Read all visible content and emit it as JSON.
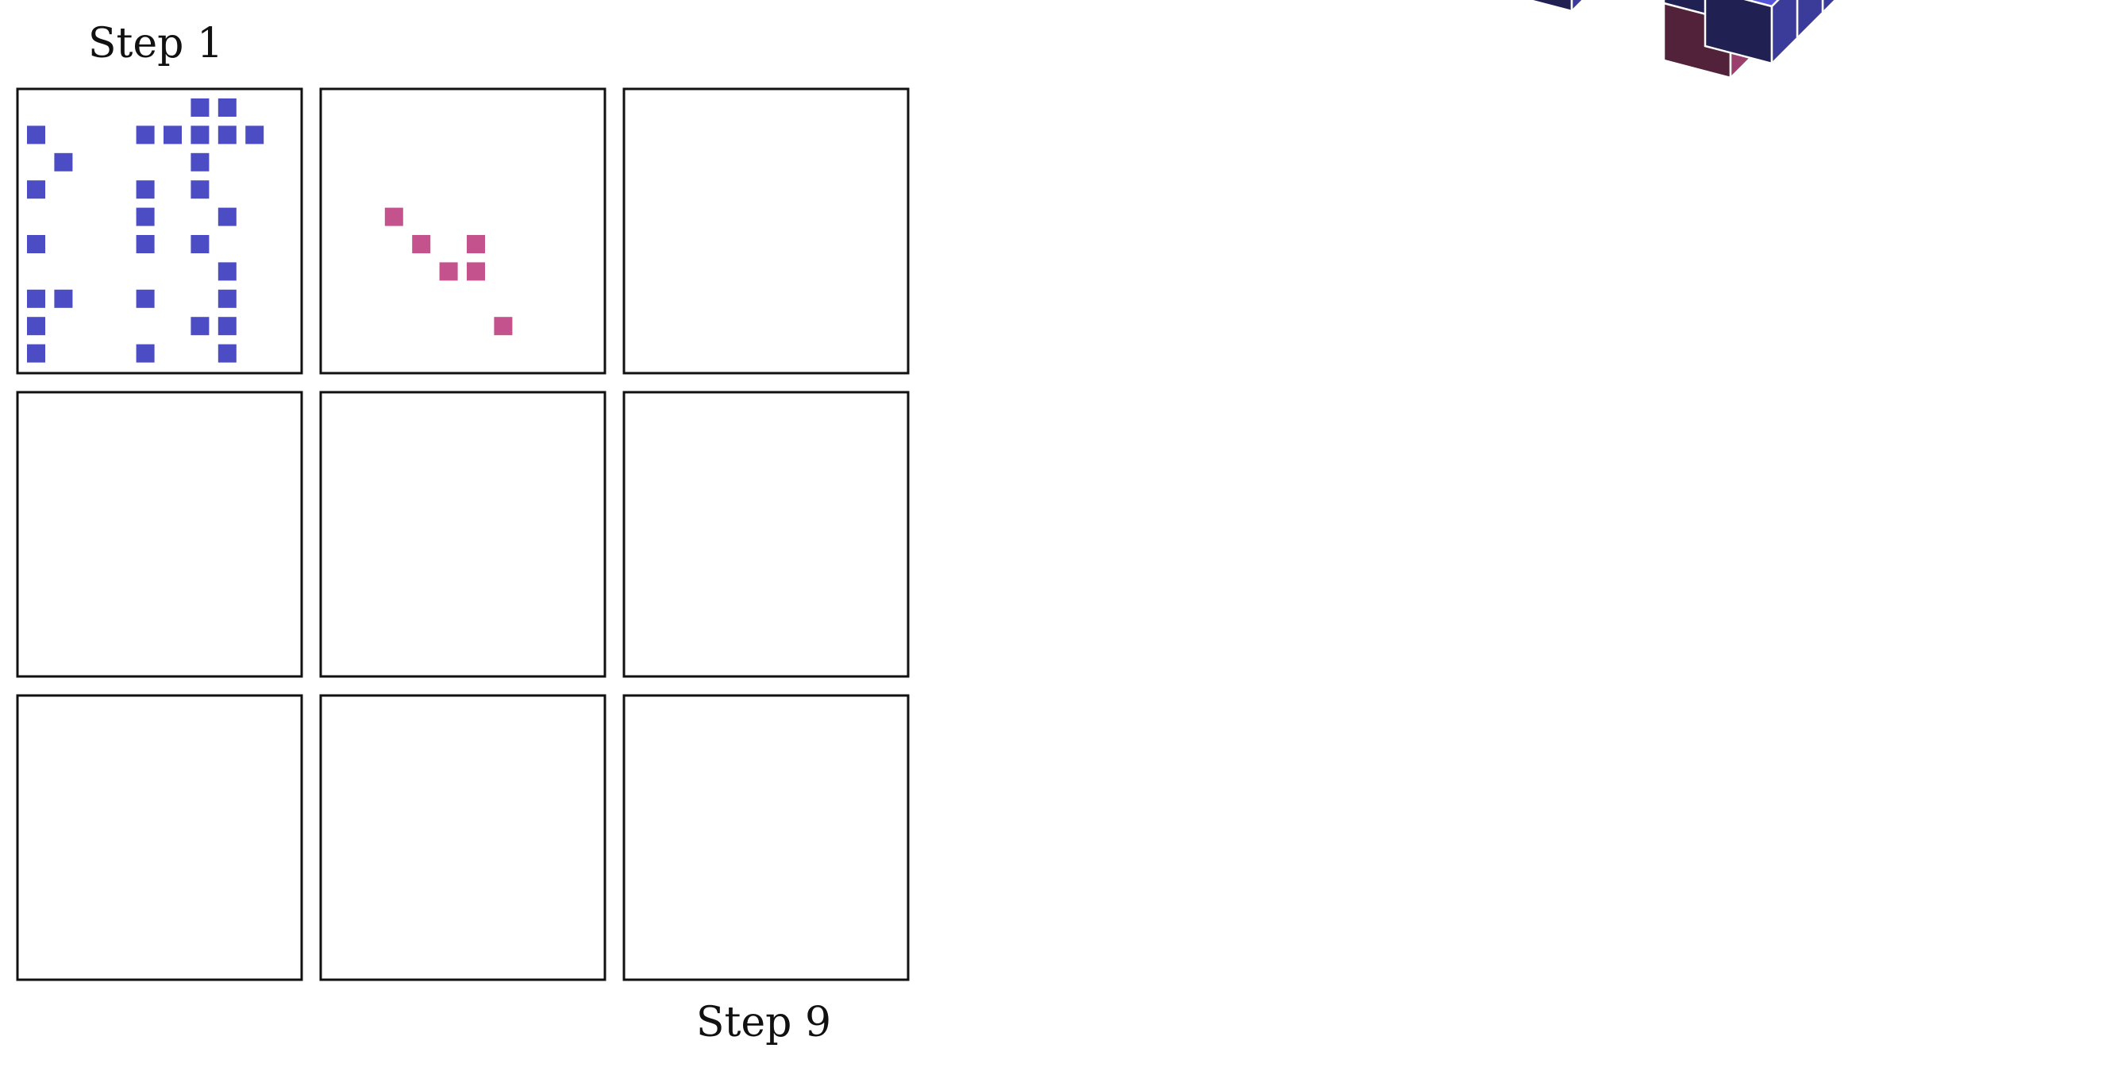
{
  "labels": {
    "first": "Step 1",
    "last": "Step 9"
  },
  "grid_size": 10,
  "steps": [
    {
      "color": "#4c4cc4",
      "cells": [
        "0000001100",
        "1000111110",
        "0100001000",
        "1000101000",
        "0000100100",
        "1000101000",
        "0000000100",
        "1100100100",
        "1000001100",
        "1000100100"
      ]
    },
    {
      "color": "#c4528c",
      "cells": [
        "0000000000",
        "0000000000",
        "0000000000",
        "0000000000",
        "0010000000",
        "0001010000",
        "0000110000",
        "0000000000",
        "0000001000",
        "0000000000"
      ]
    },
    {
      "color": "#c8b24c",
      "cells": [
        "0000000000",
        "0000000000",
        "0000000000",
        "0000000000",
        "0000000000",
        "0000000000",
        "0000000000",
        "0000000000",
        "0000000000",
        "0000000000"
      ]
    },
    {
      "color": "#6cc478",
      "cells": [
        "0000000000",
        "0000000000",
        "0000000000",
        "0000000000",
        "0000000000",
        "0000000000",
        "0000000000",
        "0000000000",
        "0000000000",
        "0000000000"
      ]
    },
    {
      "color": "#4e72c2",
      "cells": [
        "0000000000",
        "0000000000",
        "0000000000",
        "0000000000",
        "0000000000",
        "0000000000",
        "0000000000",
        "0000000000",
        "0000000000",
        "0000000000"
      ]
    },
    {
      "color": "#c04cc0",
      "cells": [
        "0000000000",
        "0000000000",
        "0000000000",
        "0000000000",
        "0000000000",
        "0000000000",
        "0000000000",
        "0000000000",
        "0000000000",
        "0000000000"
      ]
    },
    {
      "color": "#c48a50",
      "cells": [
        "0000000000",
        "0000000000",
        "0000000000",
        "0000000000",
        "0000000000",
        "0000000000",
        "0000000000",
        "0000000000",
        "0000000000",
        "0000000000"
      ]
    },
    {
      "color": "#6cc45c",
      "cells": [
        "0000000000",
        "0000000000",
        "0000000000",
        "0000000000",
        "0000000000",
        "0000000000",
        "0000000000",
        "0000000000",
        "0000000000",
        "0000000000"
      ]
    },
    {
      "color": "#5e9cc8",
      "cells": [
        "0000000000",
        "0000000000",
        "0000000000",
        "0000000000",
        "0000000000",
        "0000000000",
        "0000000000",
        "0000000000",
        "0000000000",
        "0000000000"
      ]
    }
  ]
}
